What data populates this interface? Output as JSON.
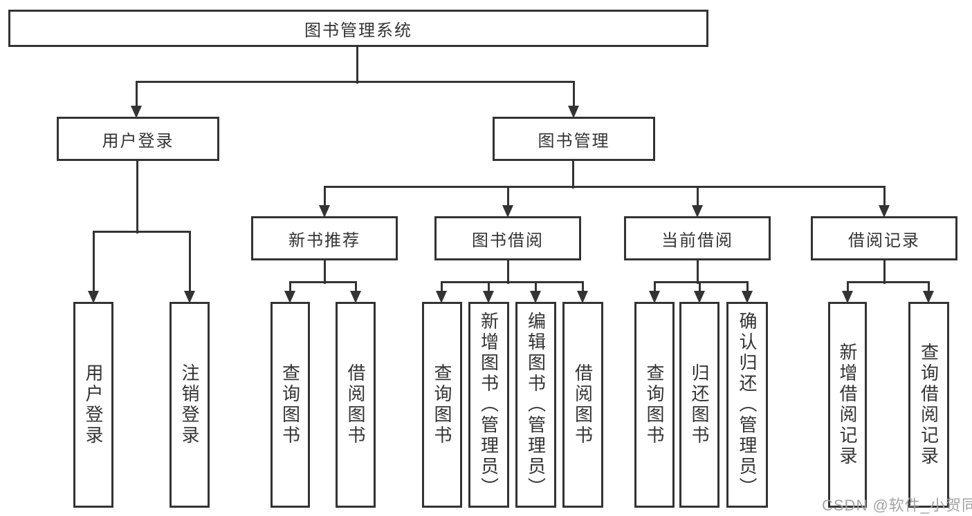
{
  "diagram": {
    "root": {
      "label": "图书管理系统"
    },
    "level2": [
      {
        "label": "用户登录"
      },
      {
        "label": "图书管理"
      }
    ],
    "level3": [
      {
        "label": "新书推荐"
      },
      {
        "label": "图书借阅"
      },
      {
        "label": "当前借阅"
      },
      {
        "label": "借阅记录"
      }
    ],
    "leaves": [
      {
        "label": "用户登录"
      },
      {
        "label": "注销登录"
      },
      {
        "label": "查询图书"
      },
      {
        "label": "借阅图书"
      },
      {
        "label": "查询图书"
      },
      {
        "label": "新增图书（管理员）"
      },
      {
        "label": "编辑图书（管理员）"
      },
      {
        "label": "借阅图书"
      },
      {
        "label": "查询图书"
      },
      {
        "label": "归还图书"
      },
      {
        "label": "确认归还（管理员）"
      },
      {
        "label": "新增借阅记录"
      },
      {
        "label": "查询借阅记录"
      }
    ]
  },
  "watermark": "CSDN @软件_小贺同学",
  "colors": {
    "line": "#333333",
    "text": "#333333",
    "watermark": "#a3a3a3",
    "background": "#ffffff"
  }
}
